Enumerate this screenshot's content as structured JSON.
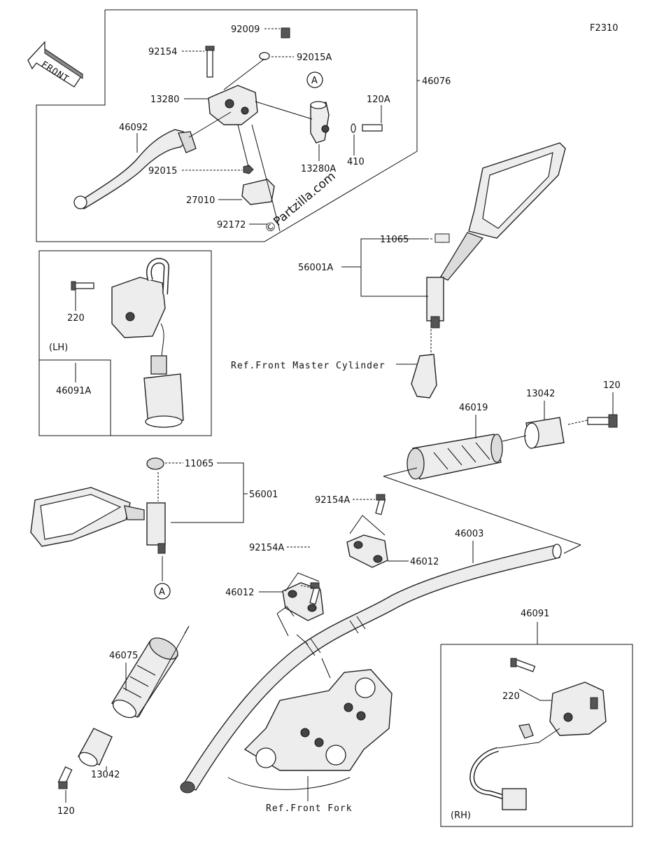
{
  "figure_code": "F2310",
  "watermark": "©Partzilla.com",
  "front_arrow_label": "FRONT",
  "callouts": {
    "p92009": "92009",
    "p92154": "92154",
    "p92015A": "92015A",
    "p13280": "13280",
    "p46076": "46076",
    "p46092": "46092",
    "p120A": "120A",
    "p92015": "92015",
    "p410": "410",
    "p13280A": "13280A",
    "p27010": "27010",
    "p92172": "92172",
    "p11065_top": "11065",
    "p56001A": "56001A",
    "p220_lh": "220",
    "p46091A": "46091A",
    "ref_master_cyl": "Ref.Front Master Cylinder",
    "p13042_top": "13042",
    "p120_top": "120",
    "p46019": "46019",
    "p11065_left": "11065",
    "p56001": "56001",
    "p92154A_1": "92154A",
    "p92154A_2": "92154A",
    "p46003": "46003",
    "p46012_1": "46012",
    "p46012_2": "46012",
    "p46075": "46075",
    "p13042_bot": "13042",
    "p120_bot": "120",
    "p46091": "46091",
    "p220_rh": "220",
    "ref_front_fork": "Ref.Front Fork",
    "lh_label": "(LH)",
    "rh_label": "(RH)",
    "circle_a_top": "A",
    "circle_a_bot": "A"
  }
}
